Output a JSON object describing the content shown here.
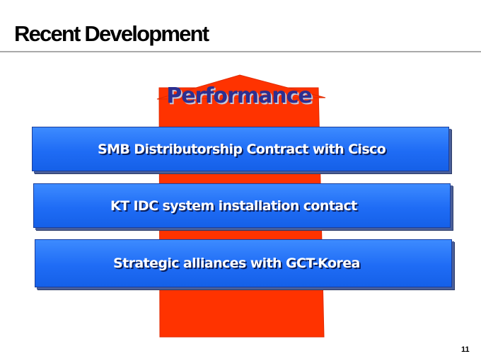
{
  "slide": {
    "title": "Recent Development",
    "page_number": "11"
  },
  "diagram": {
    "arrow_label": "Performance",
    "items": [
      {
        "label": "SMB Distributorship Contract with Cisco"
      },
      {
        "label": "KT IDC system installation contact"
      },
      {
        "label": "Strategic alliances with GCT-Korea"
      }
    ]
  },
  "colors": {
    "arrow": "#ff3300",
    "box_fill": "#1f6cf5",
    "label_text": "#2d2f8f"
  }
}
